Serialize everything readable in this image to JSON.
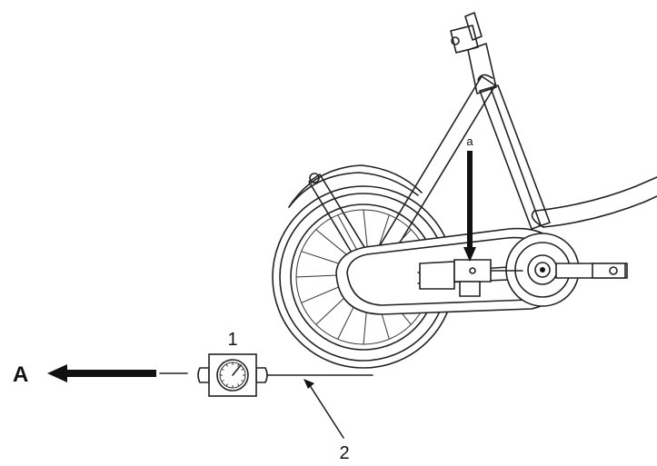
{
  "labels": {
    "force_direction": "A",
    "gauge_number": "1",
    "cable_number": "2",
    "downward_force": "a"
  },
  "colors": {
    "ink": "#111111",
    "background": "#ffffff"
  },
  "icons": [
    "force-gauge-icon"
  ]
}
